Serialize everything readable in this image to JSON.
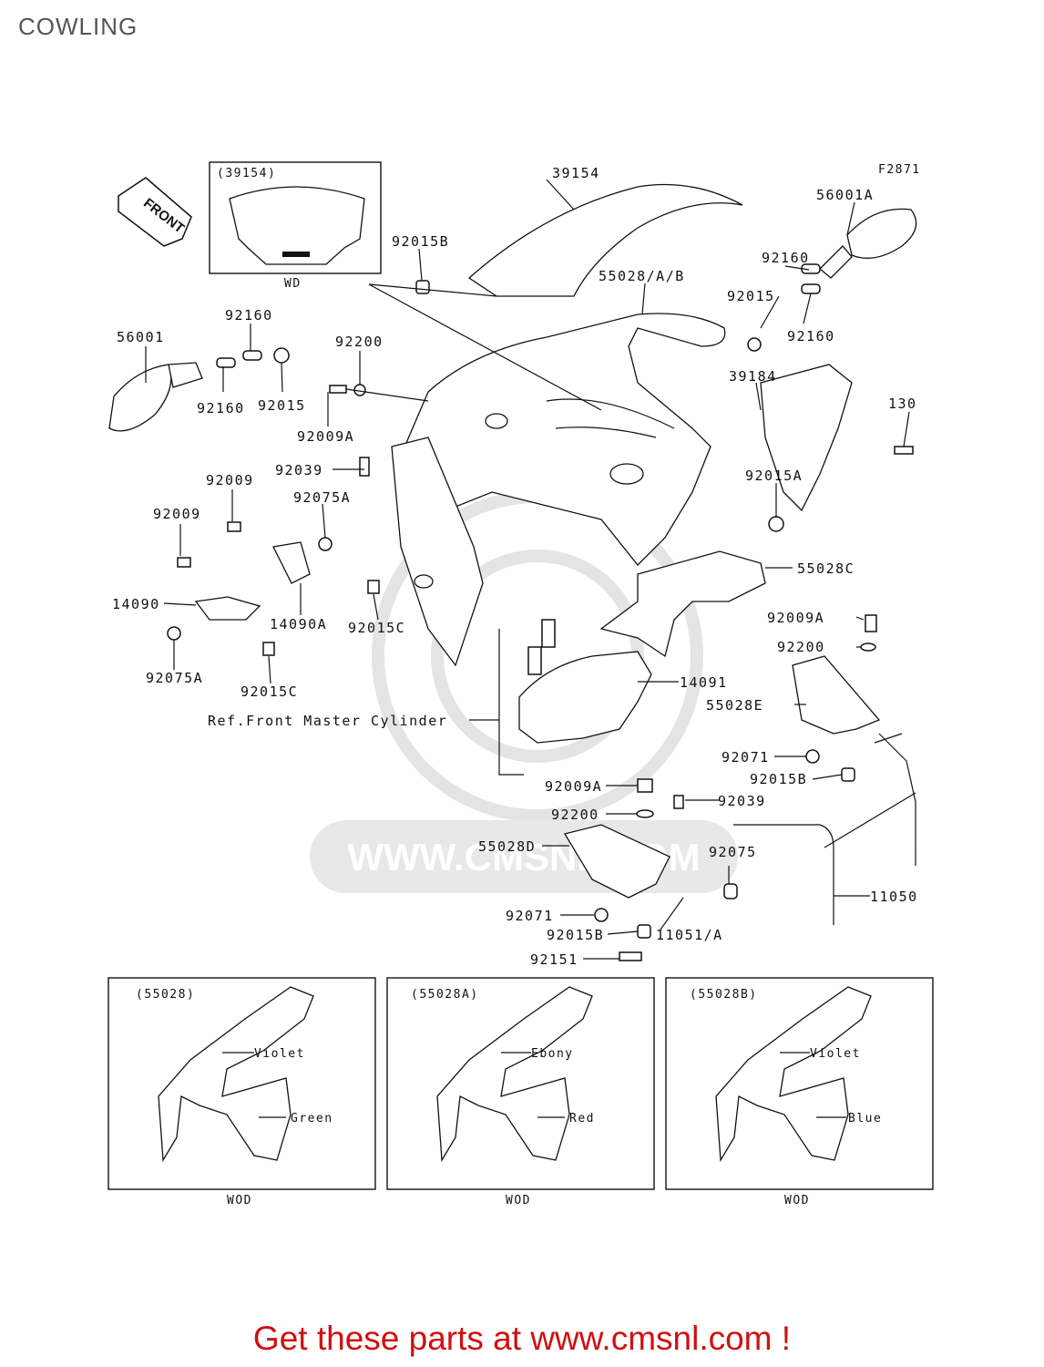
{
  "page": {
    "title": "COWLING",
    "footer": "Get these parts at www.cmsnl.com !"
  },
  "diagram": {
    "fig_code": "F2871",
    "watermark": "WWW.CMSNL.COM",
    "inset_windshield": {
      "title": "(39154)",
      "caption": "WD"
    },
    "direction_arrow": "FRONT",
    "ref_note": "Ref.Front Master Cylinder",
    "variants": [
      {
        "title": "(55028)",
        "upper": "Violet",
        "lower": "Green",
        "caption": "WOD"
      },
      {
        "title": "(55028A)",
        "upper": "Ebony",
        "lower": "Red",
        "caption": "WOD"
      },
      {
        "title": "(55028B)",
        "upper": "Violet",
        "lower": "Blue",
        "caption": "WOD"
      }
    ],
    "labels": [
      {
        "id": "p39154",
        "text": "39154"
      },
      {
        "id": "p56001A",
        "text": "56001A"
      },
      {
        "id": "p92015B1",
        "text": "92015B"
      },
      {
        "id": "p55028AB",
        "text": "55028/A/B"
      },
      {
        "id": "p92160a",
        "text": "92160"
      },
      {
        "id": "p92015a",
        "text": "92015"
      },
      {
        "id": "p92160b",
        "text": "92160"
      },
      {
        "id": "p56001",
        "text": "56001"
      },
      {
        "id": "p92160c",
        "text": "92160"
      },
      {
        "id": "p92200a",
        "text": "92200"
      },
      {
        "id": "p92160d",
        "text": "92160"
      },
      {
        "id": "p92015b",
        "text": "92015"
      },
      {
        "id": "p92009Aa",
        "text": "92009A"
      },
      {
        "id": "p39184",
        "text": "39184"
      },
      {
        "id": "p130",
        "text": "130"
      },
      {
        "id": "p92039a",
        "text": "92039"
      },
      {
        "id": "p92009a",
        "text": "92009"
      },
      {
        "id": "p92075A1",
        "text": "92075A"
      },
      {
        "id": "p92015A",
        "text": "92015A"
      },
      {
        "id": "p92009b",
        "text": "92009"
      },
      {
        "id": "p55028C",
        "text": "55028C"
      },
      {
        "id": "p14090",
        "text": "14090"
      },
      {
        "id": "p14090A",
        "text": "14090A"
      },
      {
        "id": "p92015C1",
        "text": "92015C"
      },
      {
        "id": "p92009Ab",
        "text": "92009A"
      },
      {
        "id": "p92075A2",
        "text": "92075A"
      },
      {
        "id": "p92015C2",
        "text": "92015C"
      },
      {
        "id": "p92200b",
        "text": "92200"
      },
      {
        "id": "p14091",
        "text": "14091"
      },
      {
        "id": "p55028E",
        "text": "55028E"
      },
      {
        "id": "p92071a",
        "text": "92071"
      },
      {
        "id": "p92015B2",
        "text": "92015B"
      },
      {
        "id": "p92009Ac",
        "text": "92009A"
      },
      {
        "id": "p92039b",
        "text": "92039"
      },
      {
        "id": "p92200c",
        "text": "92200"
      },
      {
        "id": "p55028D",
        "text": "55028D"
      },
      {
        "id": "p92075",
        "text": "92075"
      },
      {
        "id": "p11050",
        "text": "11050"
      },
      {
        "id": "p92071b",
        "text": "92071"
      },
      {
        "id": "p92015B3",
        "text": "92015B"
      },
      {
        "id": "p11051A",
        "text": "11051/A"
      },
      {
        "id": "p92151",
        "text": "92151"
      }
    ]
  }
}
